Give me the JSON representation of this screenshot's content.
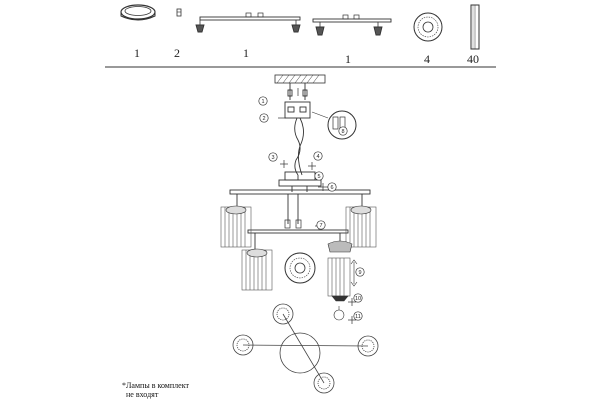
{
  "parts": [
    {
      "icon": "canopy-ring-icon",
      "qty": "1"
    },
    {
      "icon": "small-screw-icon",
      "qty": "2"
    },
    {
      "icon": "long-arm-bar-icon",
      "qty": "1"
    },
    {
      "icon": "short-arm-bar-icon",
      "qty": "1"
    },
    {
      "icon": "crystal-disc-icon",
      "qty": "4"
    },
    {
      "icon": "crystal-prism-icon",
      "qty": "40"
    }
  ],
  "callouts": [
    "1",
    "2",
    "3",
    "4",
    "5",
    "6",
    "7",
    "8",
    "9",
    "10",
    "11"
  ],
  "note": {
    "line1": "*Лампы в комплект",
    "line2": "не входят"
  },
  "colors": {
    "line": "#333333",
    "crystal": "#777777"
  }
}
